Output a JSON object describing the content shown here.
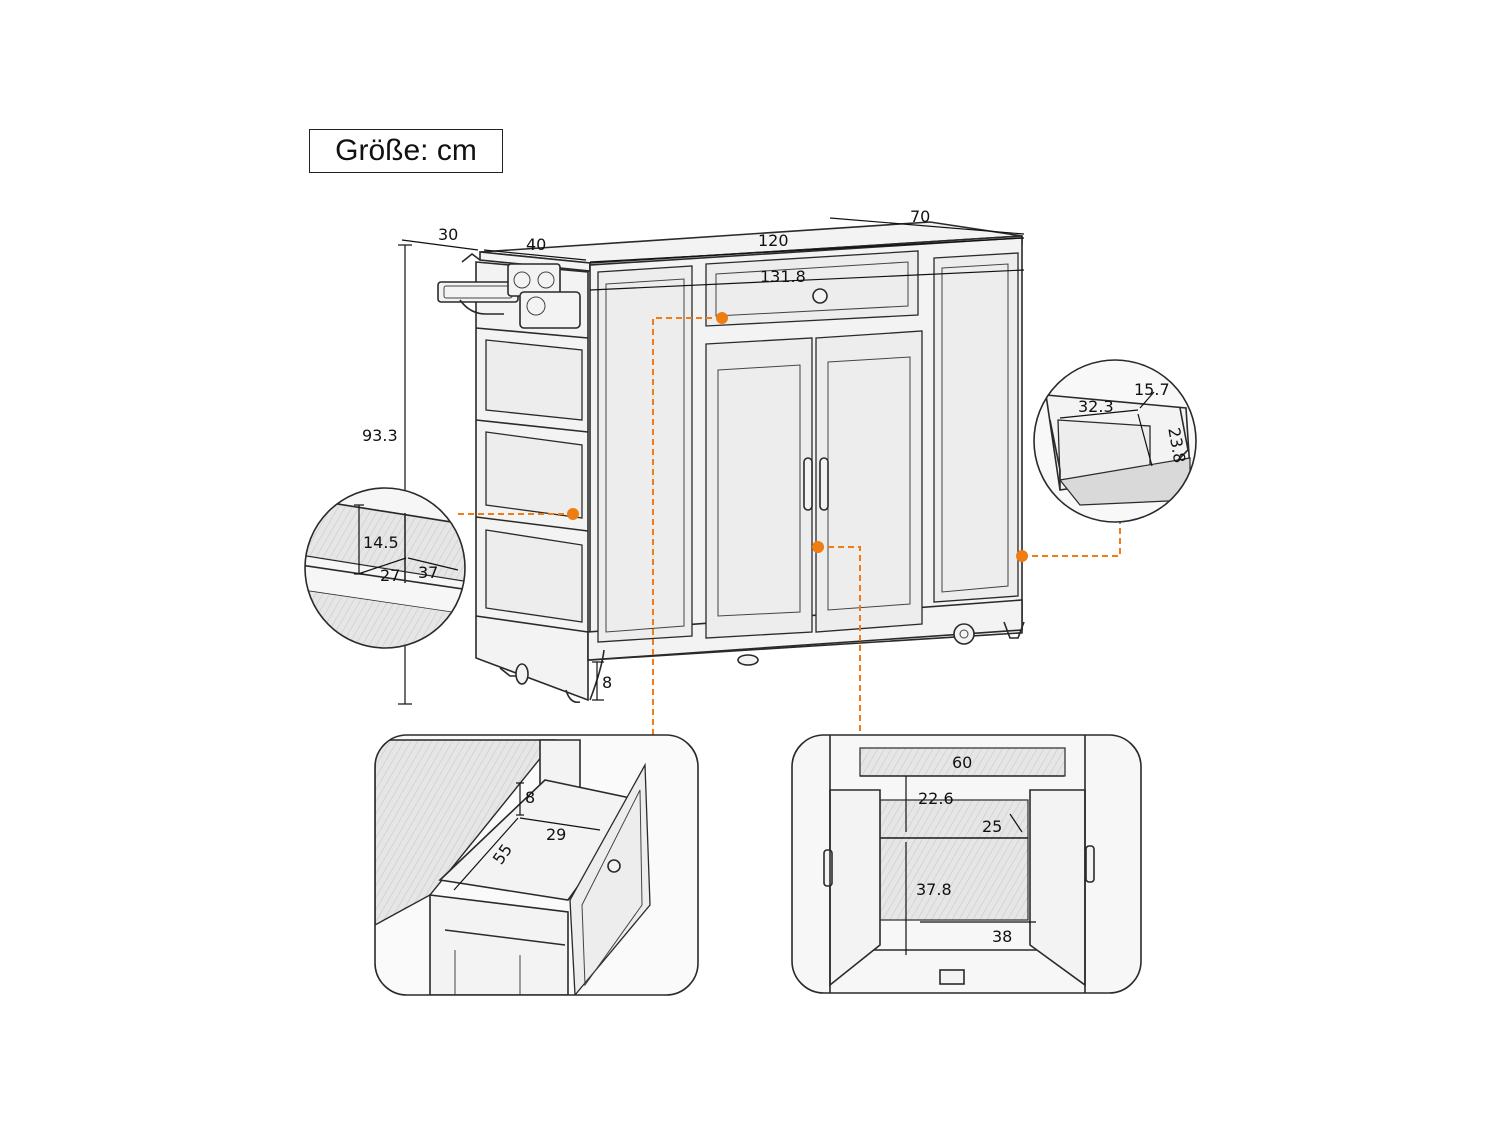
{
  "title": "Größe: cm",
  "dimensions": {
    "dropleaf_depth": "30",
    "side_depth": "40",
    "width": "120",
    "depth": "70",
    "total_width": "131.8",
    "height": "93.3",
    "ground_clearance": "8"
  },
  "detail_shelf": {
    "height": "14.5",
    "depth": "27",
    "width": "37"
  },
  "detail_drawer": {
    "height": "8",
    "width": "29",
    "depth": "55"
  },
  "detail_cabinet": {
    "width": "60",
    "upper_height": "22.6",
    "shelf_depth": "25",
    "lower_height": "37.8",
    "lower_width": "38"
  },
  "detail_side_cabinet": {
    "width": "32.3",
    "depth": "15.7",
    "height": "23.8"
  },
  "colors": {
    "accent": "#ef7d14",
    "line": "#2a2a2a",
    "panel": "#ededed"
  }
}
